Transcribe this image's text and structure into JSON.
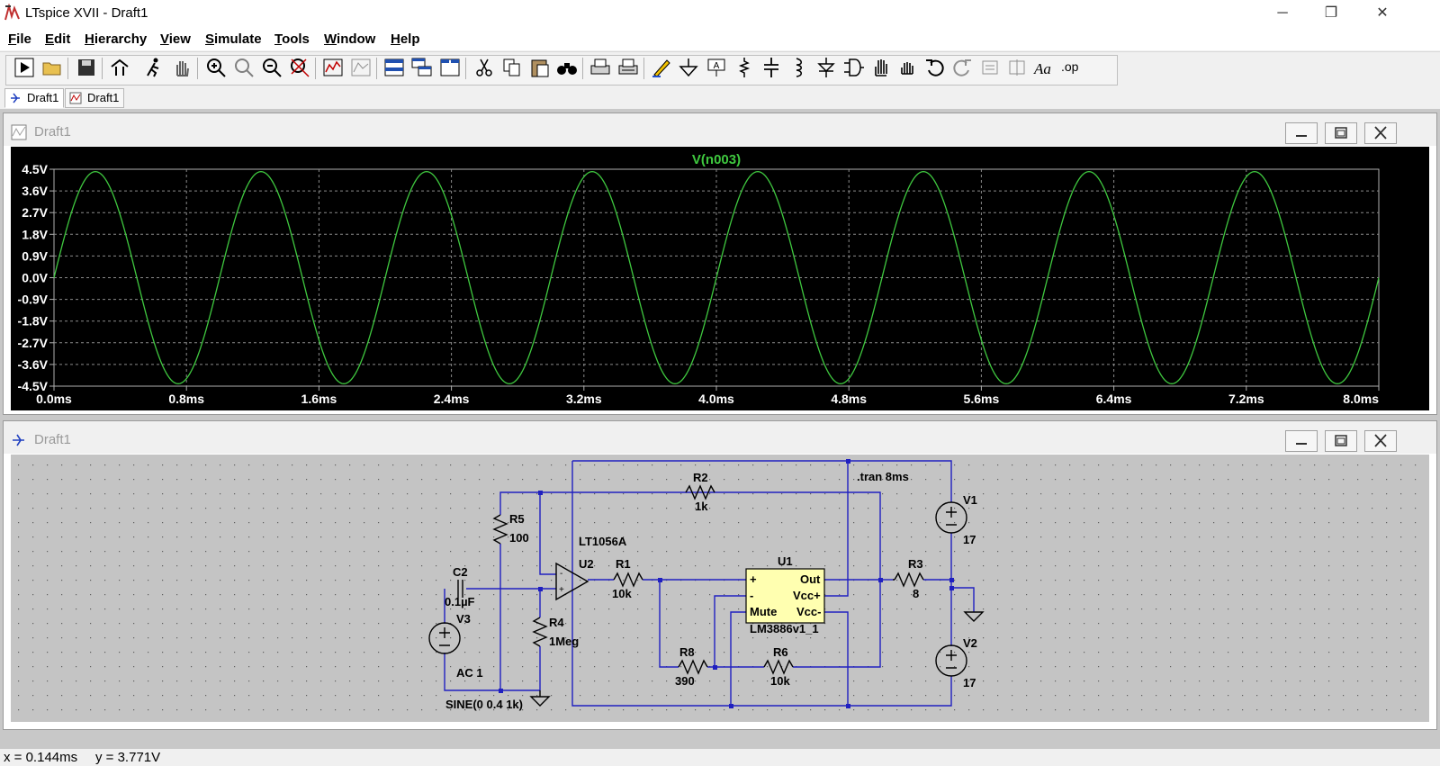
{
  "window": {
    "title": "LTspice XVII - Draft1"
  },
  "menu": [
    "File",
    "Edit",
    "Hierarchy",
    "View",
    "Simulate",
    "Tools",
    "Window",
    "Help"
  ],
  "tabs": [
    {
      "label": "Draft1",
      "icon": "schematic-icon"
    },
    {
      "label": "Draft1",
      "icon": "waveform-icon"
    }
  ],
  "plot_window": {
    "title": "Draft1"
  },
  "schematic_window": {
    "title": "Draft1"
  },
  "chart_data": {
    "type": "line",
    "title": "V(n003)",
    "xlabel": "",
    "ylabel": "",
    "x_ticks": [
      "0.0ms",
      "0.8ms",
      "1.6ms",
      "2.4ms",
      "3.2ms",
      "4.0ms",
      "4.8ms",
      "5.6ms",
      "6.4ms",
      "7.2ms",
      "8.0ms"
    ],
    "y_ticks": [
      "4.5V",
      "3.6V",
      "2.7V",
      "1.8V",
      "0.9V",
      "0.0V",
      "-0.9V",
      "-1.8V",
      "-2.7V",
      "-3.6V",
      "-4.5V"
    ],
    "xlim": [
      0,
      8.0
    ],
    "ylim": [
      -4.5,
      4.5
    ],
    "grid": true,
    "series": [
      {
        "name": "V(n003)",
        "color": "#3fc83f",
        "shape": "sine",
        "amplitude": 4.4,
        "frequency_khz": 1,
        "phase_start": 0
      }
    ],
    "background": "#000000"
  },
  "schematic": {
    "components": {
      "r2": {
        "ref": "R2",
        "value": "1k"
      },
      "r5": {
        "ref": "R5",
        "value": "100"
      },
      "r1": {
        "ref": "R1",
        "value": "10k"
      },
      "r3": {
        "ref": "R3",
        "value": "8"
      },
      "r4": {
        "ref": "R4",
        "value": "1Meg"
      },
      "r8": {
        "ref": "R8",
        "value": "390"
      },
      "r6": {
        "ref": "R6",
        "value": "10k"
      },
      "c2": {
        "ref": "C2",
        "value": "0.1µF"
      },
      "v1": {
        "ref": "V1",
        "value": "17"
      },
      "v2": {
        "ref": "V2",
        "value": "17"
      },
      "v3": {
        "ref": "V3",
        "value": "AC 1",
        "source": "SINE(0 0.4 1k)"
      },
      "u2": {
        "ref": "U2",
        "model": "LT1056A"
      },
      "u1": {
        "ref": "U1",
        "model": "LM3886v1_1",
        "pins": [
          "+",
          "Out",
          "-",
          "Vcc+",
          "Mute",
          "Vcc-"
        ]
      }
    },
    "directive": ".tran 8ms",
    "wire_color": "#2020c0",
    "component_color": "#000000",
    "ic_fill": "#ffffb0"
  },
  "status": {
    "x": "x = 0.144ms",
    "y": "y = 3.771V"
  }
}
